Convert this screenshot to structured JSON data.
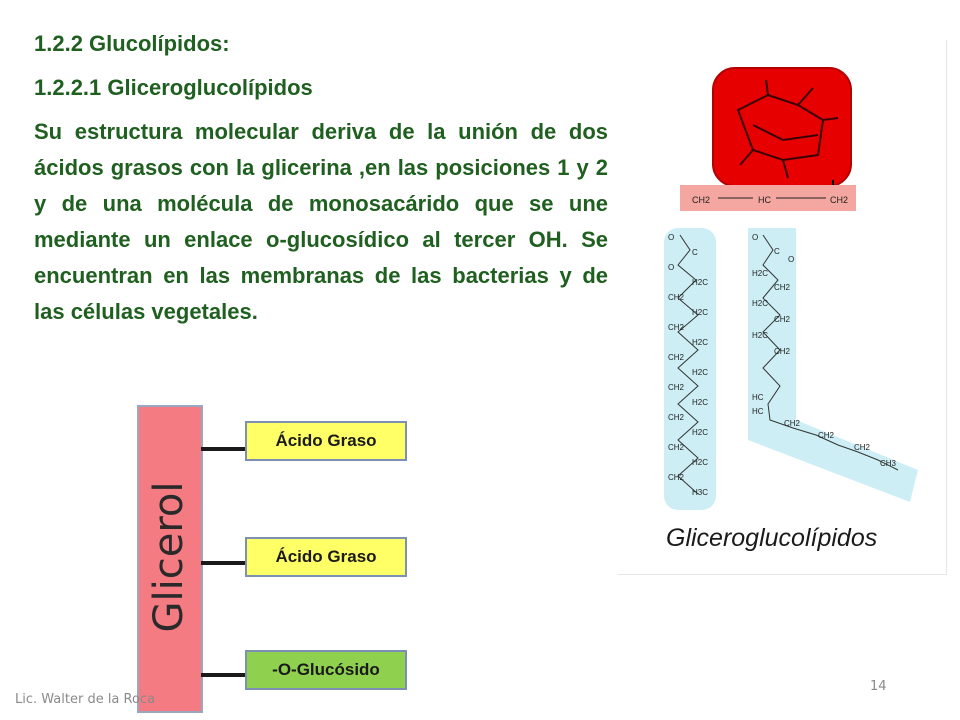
{
  "heading_main": "1.2.2 Glucolípidos:",
  "heading_sub": "1.2.2.1 Gliceroglucolípidos",
  "body_text": "Su estructura molecular deriva de la unión de dos ácidos grasos con la glicerina ,en las posiciones 1 y 2 y de una molécula de monosacárido que se une mediante un enlace o-glucosídico al tercer OH. Se encuentran en las membranas de las bacterias y de las células vegetales.",
  "diagram": {
    "backbone_label": "Glicerol",
    "boxes": [
      {
        "label": "Ácido Graso",
        "color": "#ffff66"
      },
      {
        "label": "Ácido Graso",
        "color": "#ffff66"
      },
      {
        "label": "-O-Glucósido",
        "color": "#8fd14f"
      }
    ]
  },
  "figure_right": {
    "caption": "Gliceroglucolípidos",
    "glycerol_groups": [
      "CH2",
      "HC",
      "CH2"
    ],
    "chain_left": [
      "O",
      "C",
      "O",
      "H2C",
      "CH2",
      "H2C",
      "CH2",
      "H2C",
      "CH2",
      "H2C",
      "CH2",
      "H2C",
      "CH2",
      "H2C",
      "CH2",
      "H2C",
      "CH2",
      "H3C"
    ],
    "chain_right": [
      "O",
      "C",
      "O",
      "H2C",
      "CH2",
      "H2C",
      "CH2",
      "H2C",
      "CH2",
      "HC",
      "HC",
      "CH2",
      "CH2",
      "CH2",
      "CH3"
    ],
    "colors": {
      "sugar": "#e60000",
      "glycerol": "#f4a6a0",
      "chains": "#cdeef5"
    }
  },
  "footer": {
    "author": "Lic. Walter de la Roca",
    "page_number": "14"
  }
}
